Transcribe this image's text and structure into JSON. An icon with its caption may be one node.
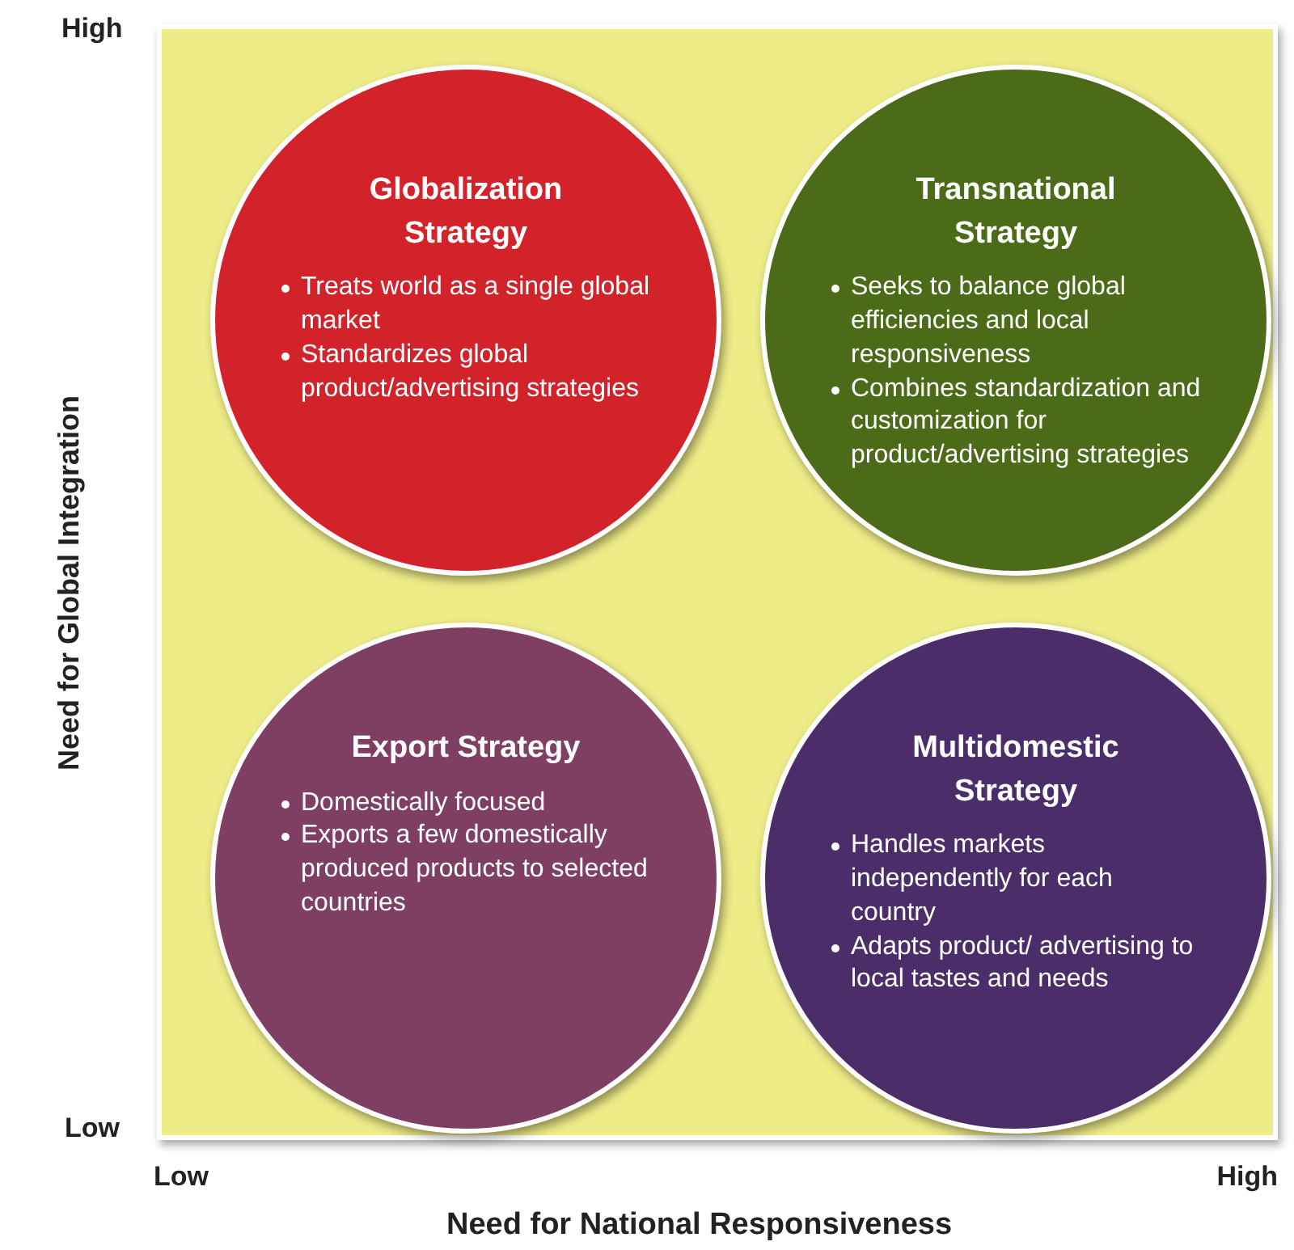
{
  "diagram": {
    "nodes": [
      {
        "text": [
          "Globalization Strategy",
          "Treats world as a single global market",
          "Standardizes global product/advertising strategies"
        ]
      },
      {
        "text": [
          "Transnational Strategy",
          "Seeks to balance global efficiencies and local responsiveness",
          "Combines standardization and customization for product/advertising strategies"
        ]
      },
      {
        "text": [
          "Export Strategy",
          "Domestically focused",
          "Exports a few domestically produced products to selected countries"
        ]
      },
      {
        "text": [
          "Multidomestic Strategy",
          "Handles markets independently for each country",
          "Adapts product/ advertising to local tastes and needs"
        ]
      }
    ],
    "edges": [],
    "labels": [
      "High",
      "Low",
      "Need for Global Integration",
      "Low",
      "High",
      "Need for National Responsiveness"
    ]
  }
}
